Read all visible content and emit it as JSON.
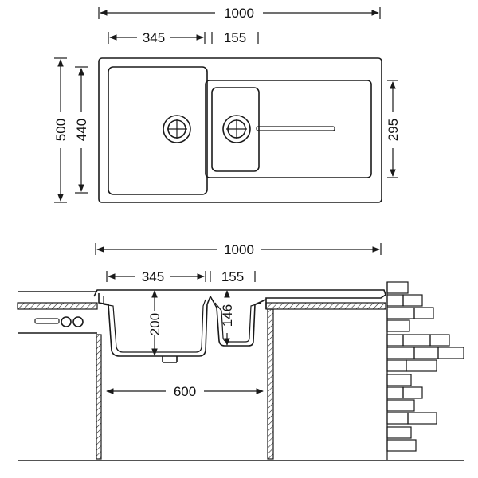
{
  "top_view": {
    "overall_width": "1000",
    "main_bowl_width": "345",
    "small_bowl_width": "155",
    "overall_depth": "500",
    "bowl_depth": "440",
    "drainer_depth": "295"
  },
  "section_view": {
    "overall_width": "1000",
    "main_bowl_width": "345",
    "small_bowl_width": "155",
    "main_bowl_depth": "200",
    "small_bowl_depth": "146",
    "cabinet_width": "600"
  },
  "colors": {
    "line": "#1a1a1a",
    "background": "#ffffff"
  }
}
